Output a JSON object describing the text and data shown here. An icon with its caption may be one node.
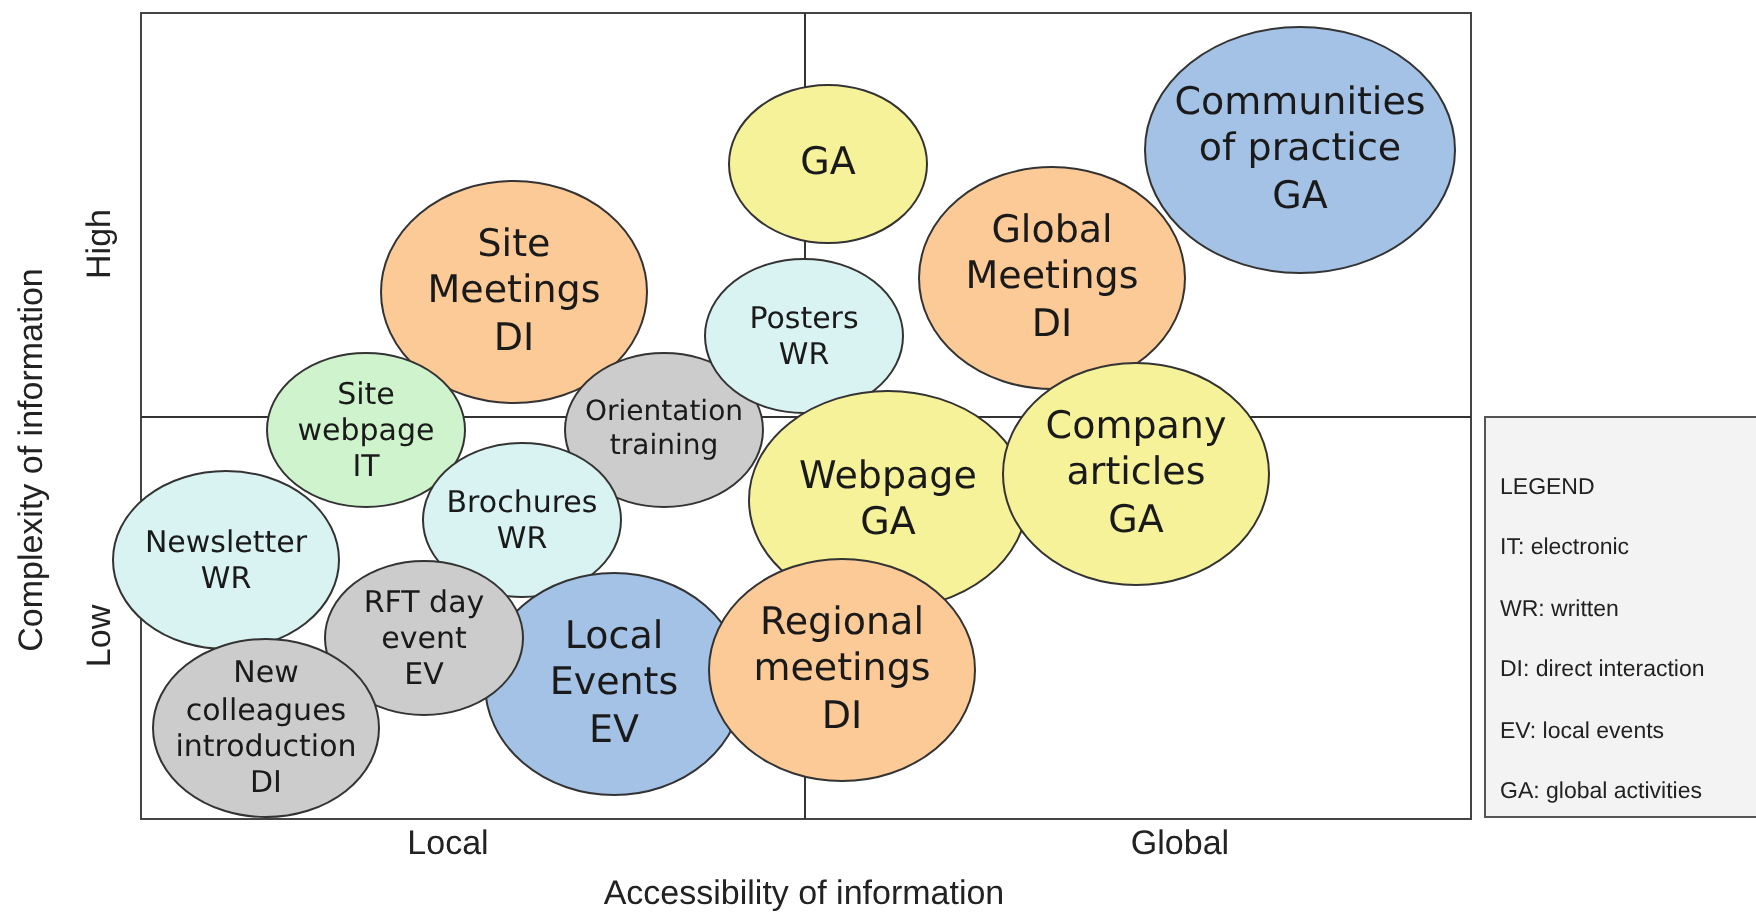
{
  "diagram": {
    "nodes": [
      {
        "text": [
          "Communities of practice",
          "GA"
        ]
      },
      {
        "text": [
          "GA"
        ]
      },
      {
        "text": [
          "Global Meetings",
          "DI"
        ]
      },
      {
        "text": [
          "Site Meetings",
          "DI"
        ]
      },
      {
        "text": [
          "Posters",
          "WR"
        ]
      },
      {
        "text": [
          "Orientation training"
        ]
      },
      {
        "text": [
          "Site webpage",
          "IT"
        ]
      },
      {
        "text": [
          "Company articles",
          "GA"
        ]
      },
      {
        "text": [
          "Webpage",
          "GA"
        ]
      },
      {
        "text": [
          "Brochures",
          "WR"
        ]
      },
      {
        "text": [
          "Newsletter",
          "WR"
        ]
      },
      {
        "text": [
          "RFT day event",
          "EV"
        ]
      },
      {
        "text": [
          "Regional meetings",
          "DI"
        ]
      },
      {
        "text": [
          "Local Events",
          "EV"
        ]
      },
      {
        "text": [
          "New colleagues introduction",
          "DI"
        ]
      }
    ],
    "edges": [],
    "labels": [
      "High",
      "Low",
      "Complexity of information",
      "Local",
      "Global",
      "Accessibility of information",
      "LEGEND"
    ],
    "legend": [
      {
        "text": "IT: electronic"
      },
      {
        "text": "WR: written"
      },
      {
        "text": "DI: direct interaction"
      },
      {
        "text": "EV: local events"
      },
      {
        "text": "GA: global activities"
      }
    ]
  }
}
